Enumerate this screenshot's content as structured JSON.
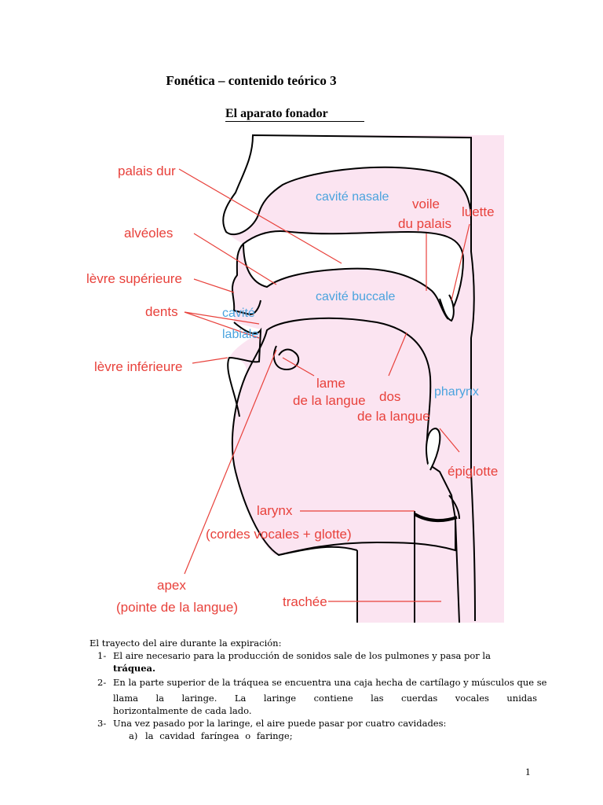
{
  "document": {
    "title": "Fonética – contenido teórico 3",
    "subtitle": "El aparato fonador",
    "page_number": "1"
  },
  "diagram": {
    "colors": {
      "fill": "#fbe4f1",
      "label_red": "#e8413b",
      "label_blue": "#4aa3de",
      "outline": "#000000"
    },
    "labels_red": {
      "palais_dur": "palais dur",
      "alveoles": "alvéoles",
      "levre_superieure": "lèvre supérieure",
      "dents": "dents",
      "levre_inferieure": "lèvre inférieure",
      "lame_1": "lame",
      "lame_2": "de la langue",
      "dos_1": "dos",
      "dos_2": "de la langue",
      "voile_1": "voile",
      "voile_2": "du palais",
      "luette": "luette",
      "epiglotte": "épiglotte",
      "larynx_1": "larynx",
      "larynx_2": "(cordes vocales + glotte)",
      "apex_1": "apex",
      "apex_2": "(pointe de la langue)",
      "trachee": "trachée"
    },
    "labels_blue": {
      "cavite_nasale": "cavité nasale",
      "cavite_buccale": "cavité buccale",
      "cavite_labiale_1": "cavité",
      "cavite_labiale_2": "labiale",
      "pharynx": "pharynx"
    }
  },
  "text": {
    "intro": "El trayecto del aire durante la expiración:",
    "items": [
      {
        "num": "1-",
        "text": "El aire necesario para la producción de sonidos sale de los pulmones y pasa por la",
        "bold": "tráquea."
      },
      {
        "num": "2-",
        "text": "En la parte superior de la tráquea se encuentra una caja hecha de cartílago y músculos que se",
        "line2": "llama la laringe. La laringe contiene las cuerdas vocales unidas",
        "line3": "horizontalmente de cada lado."
      },
      {
        "num": "3-",
        "text": "Una vez pasado por la laringe, el aire puede pasar por cuatro cavidades:"
      }
    ],
    "sub_items": [
      {
        "letter": "a)",
        "text": "la cavidad faríngea o faringe;"
      }
    ]
  }
}
